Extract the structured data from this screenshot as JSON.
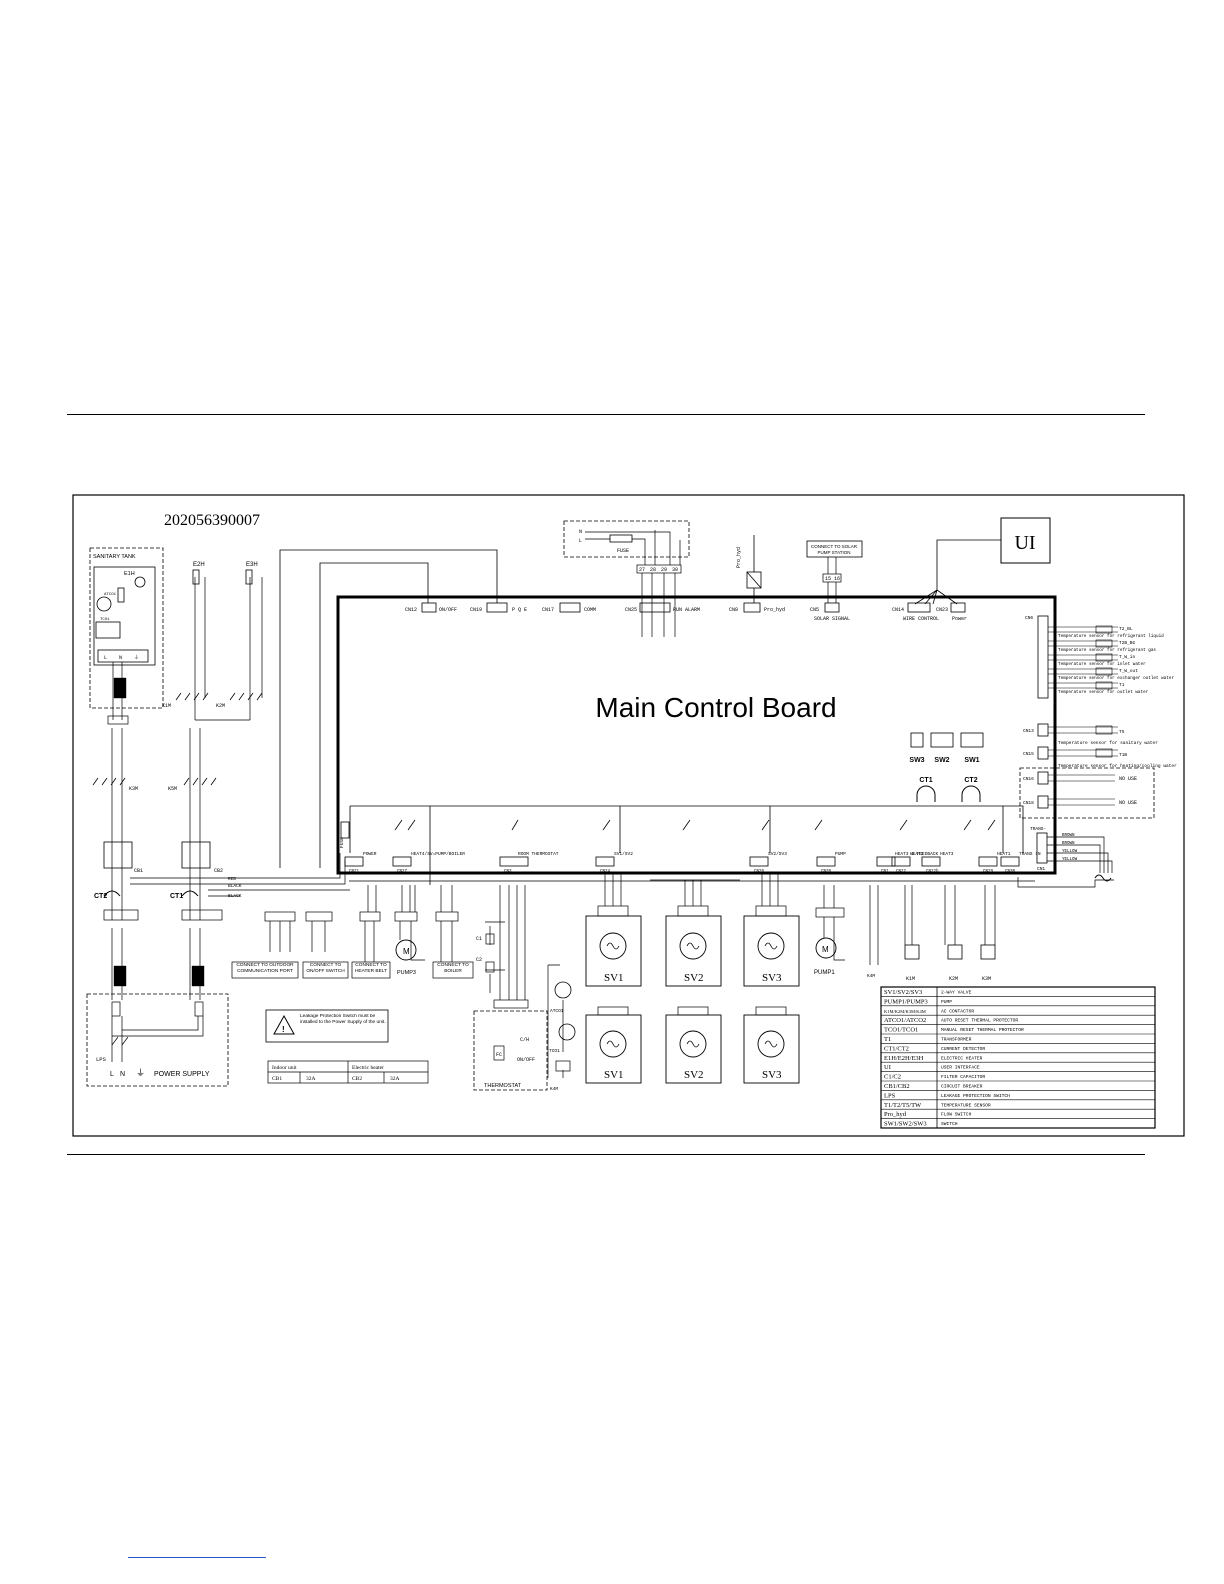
{
  "drawing_number": "202056390007",
  "main_board_title": "Main Control Board",
  "ui_box": "UI",
  "sanitary_tank": {
    "label": "SANITARY TANK",
    "heater": "E1H",
    "protector1": "ATCO1",
    "protector2": "TCO1"
  },
  "heaters": [
    "E2H",
    "E3H"
  ],
  "contactors_left": [
    "K1M",
    "K2M",
    "K3M",
    "K5M",
    "K4M"
  ],
  "transformers": [
    "CT2",
    "CT1"
  ],
  "breakers": [
    "CB1",
    "CB2"
  ],
  "fuse_label": "FUSE",
  "solar_station": "CONNECT TO SOLAR PUMP STATION",
  "top_connectors": [
    {
      "id": "CN12",
      "name": "ON/OFF"
    },
    {
      "id": "CN19",
      "name": "P Q E"
    },
    {
      "id": "CN17",
      "name": "COMM"
    },
    {
      "id": "CN25",
      "name": "RUN ALARM"
    },
    {
      "id": "CN8",
      "name": "Pro_hyd"
    },
    {
      "id": "CN5",
      "name": "SOLAR SIGNAL"
    },
    {
      "id": "CN14",
      "name": "WIRE CONTROL"
    },
    {
      "id": "CN23",
      "name": "Power"
    }
  ],
  "pro_hyd": "Pro_hyd",
  "terminals_top": [
    "27",
    "28",
    "29",
    "30"
  ],
  "solar_terminals": [
    "15",
    "16"
  ],
  "sensors": {
    "connector": "CN6",
    "items": [
      {
        "tag": "T2_BL",
        "desc": "Temperature sensor for refrigerant liquid"
      },
      {
        "tag": "T2B_BG",
        "desc": "Temperature sensor for refrigerant gas"
      },
      {
        "tag": "T_W_in",
        "desc": "Temperature sensor for inlet water"
      },
      {
        "tag": "T_W_out",
        "desc": "Temperature sensor for exchanger outlet water"
      },
      {
        "tag": "T1",
        "desc": "Temperature sensor for outlet water"
      }
    ]
  },
  "sensor_cn13": {
    "id": "CN13",
    "tag": "T5",
    "desc": "Temperature sensor for sanitary water"
  },
  "sensor_cn15": {
    "id": "CN15",
    "tag": "T1B",
    "desc": "Temperature sensor for heating/cooling water"
  },
  "no_use": [
    {
      "id": "CN16",
      "label": "NO USE"
    },
    {
      "id": "CN18",
      "label": "NO USE"
    }
  ],
  "dip_switches": [
    "SW3",
    "SW2",
    "SW1"
  ],
  "current_transformers": [
    "CT1",
    "CT2"
  ],
  "trans": "TRANS-",
  "cn1": "CN1",
  "bottom_connectors": [
    {
      "id": "CN21",
      "name": "POWER"
    },
    {
      "id": "CN27",
      "name": "HEAT4/SV=PUMP/BOILER"
    },
    {
      "id": "CN3",
      "name": "ROOM THERMOSTAT"
    },
    {
      "id": "CN24",
      "name": "SV1/SV2"
    },
    {
      "id": "CN26",
      "name": "SV2/SV3"
    },
    {
      "id": "CN20",
      "name": "PUMP"
    },
    {
      "id": "CN1",
      "name": "HEAT3 & FEEDBACK"
    },
    {
      "id": "CN22",
      "name": "HEAT2"
    },
    {
      "id": "CN22b",
      "name": "HEAT3"
    },
    {
      "id": "CN29",
      "name": "HEAT1"
    },
    {
      "id": "CN30",
      "name": "TRANS IN"
    }
  ],
  "wire_colors": [
    "BROWN",
    "BROWN",
    "YELLOW",
    "YELLOW"
  ],
  "connect_boxes": [
    "CONNECT TO OUTDOOR COMMUNICATION PORT",
    "CONNECT TO ON/OFF SWITCH",
    "CONNECT TO HEATER BELT",
    "CONNECT TO BOILER"
  ],
  "pumps": [
    "PUMP3",
    "PUMP1"
  ],
  "valves_top": [
    "SV1",
    "SV2",
    "SV3"
  ],
  "valves_bottom": [
    "SV1",
    "SV2",
    "SV3"
  ],
  "thermostat": {
    "label": "THERMOSTAT",
    "terms": [
      "C/H",
      "ON/OFF"
    ],
    "fc": "FC",
    "caps": [
      "C1",
      "C2"
    ]
  },
  "atco": "ATCO1",
  "tco": "TCO1",
  "k4m": "K4M",
  "coils": [
    "K1M",
    "K2M",
    "K3M"
  ],
  "power_supply": "POWER SUPPLY",
  "lps": "LPS",
  "leakage_note": "Leakage Protection Switch must be installed to the Power Supply of the unit.",
  "rating_table": {
    "headers": [
      "Indoor unit",
      "",
      "Electric heater",
      ""
    ],
    "row": [
      "CB1",
      "32A",
      "CB2",
      "32A"
    ]
  },
  "legend": [
    {
      "code": "SV1/SV2/SV3",
      "desc": "2-WAY VALVE"
    },
    {
      "code": "PUMP1/PUMP3",
      "desc": "PUMP"
    },
    {
      "code": "K1M/K2M/K3M/K4M",
      "desc": "AC CONTACTOR"
    },
    {
      "code": "ATCO1/ATCO2",
      "desc": "AUTO RESET THERMAL PROTECTOR"
    },
    {
      "code": "TCO1/TCO1",
      "desc": "MANUAL RESET THERMAL PROTECTOR"
    },
    {
      "code": "T1",
      "desc": "TRANSFORMER"
    },
    {
      "code": "CT1/CT2",
      "desc": "CURRENT DETECTOR"
    },
    {
      "code": "E1H/E2H/E3H",
      "desc": "ELECTRIC HEATER"
    },
    {
      "code": "UI",
      "desc": "USER INTERFACE"
    },
    {
      "code": "C1/C2",
      "desc": "FILTER CAPACITOR"
    },
    {
      "code": "CB1/CB2",
      "desc": "CIRCUIT BREAKER"
    },
    {
      "code": "LPS",
      "desc": "LEAKAGE PROTECTION SWITCH"
    },
    {
      "code": "T1/T2/T5/TW",
      "desc": "TEMPERATURE SENSOR"
    },
    {
      "code": "Pro_hyd",
      "desc": "FLOW SWITCH"
    },
    {
      "code": "SW1/SW2/SW3",
      "desc": "SWITCH"
    }
  ]
}
